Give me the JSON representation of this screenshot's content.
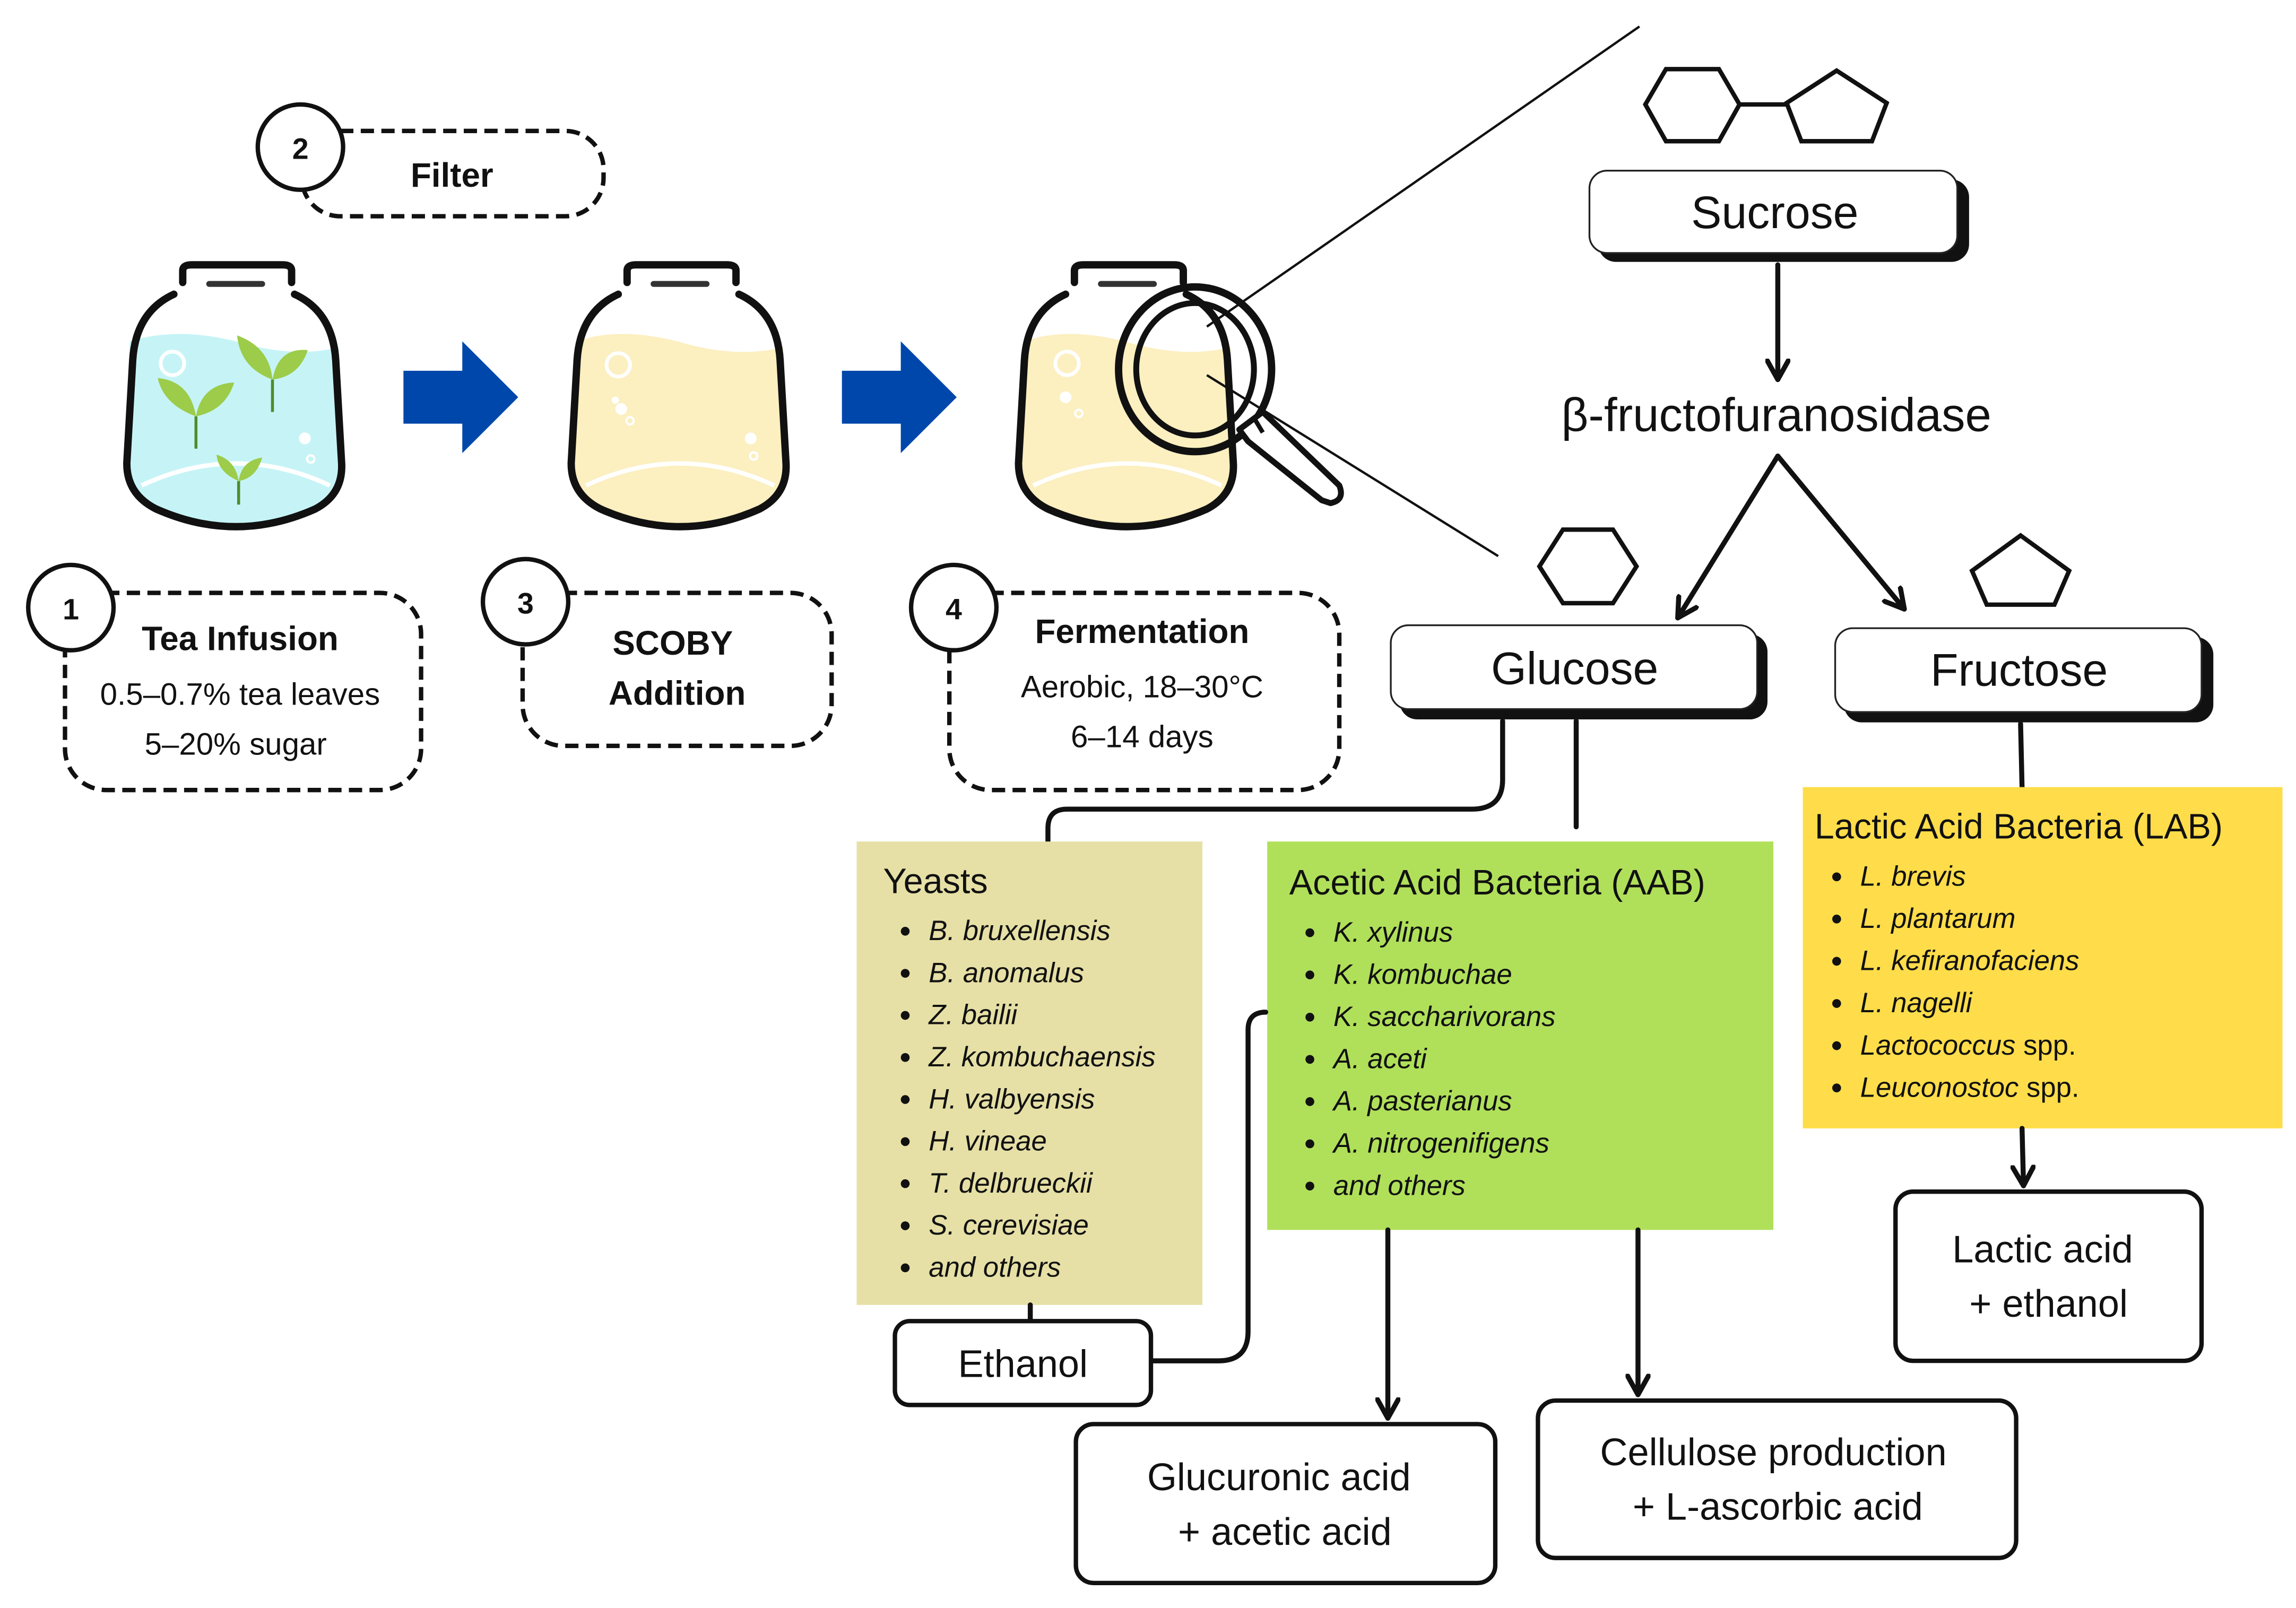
{
  "colors": {
    "tea_liquid": "#c6f4f6",
    "kombucha_liquid": "#fcefc0",
    "leaf": "#9ccc4a",
    "leaf_vein": "#4e8d2c",
    "process_arrow": "#0047ab",
    "yeasts_bg": "#e6e0a6",
    "aab_bg": "#b0e05a",
    "lab_bg": "#ffdd4a"
  },
  "steps": [
    {
      "number": "1",
      "title": "Tea Infusion",
      "lines": [
        "0.5–0.7% tea leaves",
        "5–20% sugar"
      ]
    },
    {
      "number": "2",
      "title": "Filter",
      "lines": []
    },
    {
      "number": "3",
      "title": "SCOBY",
      "title2": "Addition",
      "lines": []
    },
    {
      "number": "4",
      "title": "Fermentation",
      "lines": [
        "Aerobic, 18–30°C",
        "6–14 days"
      ]
    }
  ],
  "pathway": {
    "sucrose": "Sucrose",
    "enzyme": "β-fructofuranosidase",
    "glucose": "Glucose",
    "fructose": "Fructose"
  },
  "groups": {
    "yeasts": {
      "title": "Yeasts",
      "items": [
        "B. bruxellensis",
        "B. anomalus",
        "Z. bailii",
        "Z. kombuchaensis",
        "H. valbyensis",
        "H. vineae",
        "T. delbrueckii",
        "S. cerevisiae",
        "and others"
      ]
    },
    "aab": {
      "title": "Acetic Acid Bacteria (AAB)",
      "items": [
        "K. xylinus",
        "K. kombuchae",
        "K. saccharivorans",
        "A. aceti",
        "A. pasterianus",
        "A. nitrogenifigens",
        "and others"
      ]
    },
    "lab": {
      "title": "Lactic Acid Bacteria (LAB)",
      "items": [
        {
          "italic": "L. brevis",
          "plain": ""
        },
        {
          "italic": "L. plantarum",
          "plain": ""
        },
        {
          "italic": "L. kefiranofaciens",
          "plain": ""
        },
        {
          "italic": "L. nagelli",
          "plain": ""
        },
        {
          "italic": "Lactococcus",
          "plain": " spp."
        },
        {
          "italic": "Leuconostoc",
          "plain": " spp."
        }
      ]
    }
  },
  "products": {
    "ethanol": "Ethanol",
    "glucuronic": [
      "Glucuronic acid",
      "+ acetic acid"
    ],
    "cellulose": [
      "Cellulose production",
      "+ L-ascorbic acid"
    ],
    "lactic": [
      "Lactic acid",
      "+ ethanol"
    ]
  }
}
